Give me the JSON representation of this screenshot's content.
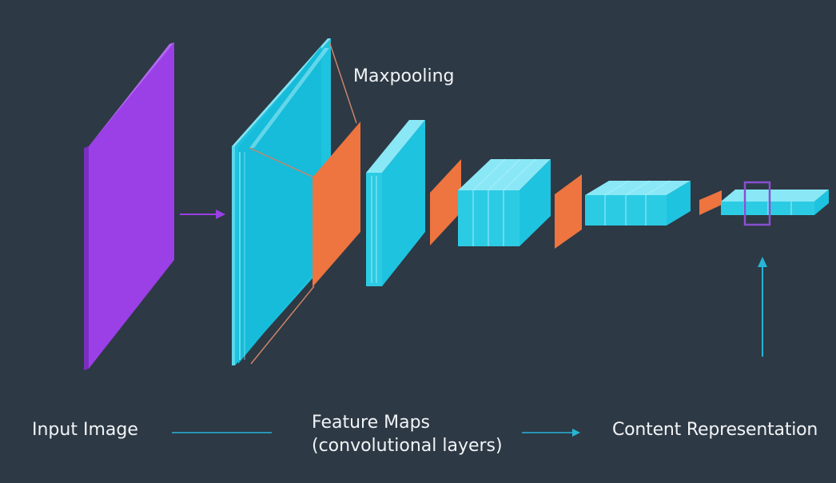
{
  "labels": {
    "maxpooling": "Maxpooling",
    "input_image": "Input Image",
    "feature_maps_line1": "Feature Maps",
    "feature_maps_line2": "(convolutional layers)",
    "content_representation": "Content Representation"
  },
  "colors": {
    "background": "#2d3944",
    "input_layer": "#9b3fe6",
    "conv_layer": "#1ec3e0",
    "pool_layer": "#ee7440",
    "highlight_box": "#8a4fd1",
    "arrow_purple": "#9b3fe6",
    "arrow_cyan": "#26b5d6"
  }
}
